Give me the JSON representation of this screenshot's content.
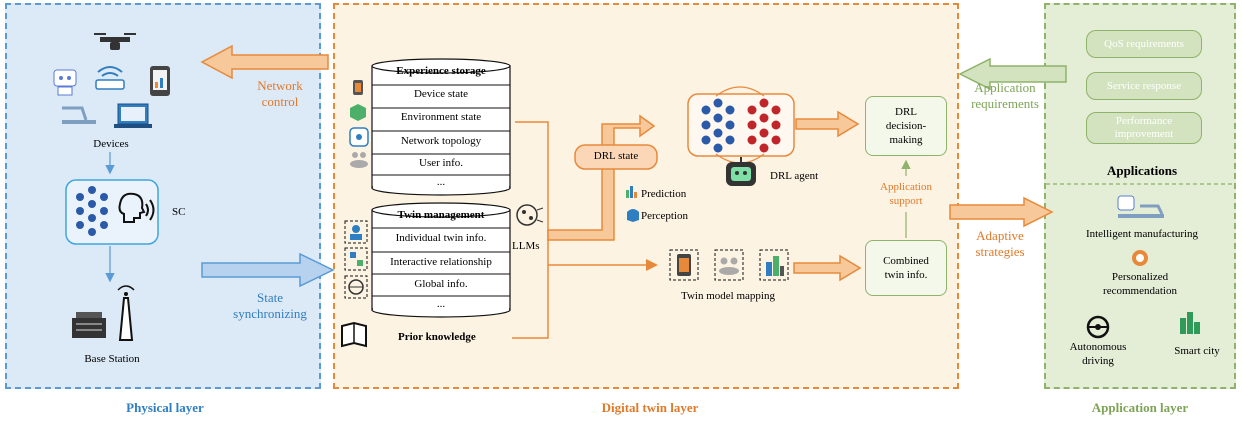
{
  "layers": {
    "physical": "Physical layer",
    "digital_twin": "Digital twin layer",
    "application": "Application layer"
  },
  "physical": {
    "devices_label": "Devices",
    "sc_label": "SC",
    "base_station_label": "Base Station"
  },
  "arrows": {
    "network_control": [
      "Network",
      "control"
    ],
    "state_synchronizing": [
      "State",
      "synchronizing"
    ],
    "application_requirements": [
      "Application",
      "requirements"
    ],
    "adaptive_strategies": [
      "Adaptive",
      "strategies"
    ]
  },
  "experience_storage": {
    "title": "Experience storage",
    "rows": [
      "Device state",
      "Environment state",
      "Network topology",
      "User info.",
      "..."
    ]
  },
  "twin_management": {
    "title": "Twin management",
    "rows": [
      "Individual twin info.",
      "Interactive relationship",
      "Global info.",
      "..."
    ]
  },
  "prior_knowledge": "Prior knowledge",
  "llms_label": "LLMs",
  "drl_state": "DRL state",
  "prediction": "Prediction",
  "perception": "Perception",
  "drl_agent": "DRL agent",
  "drl_decision": [
    "DRL",
    "decision-",
    "making"
  ],
  "application_support": [
    "Application",
    "support"
  ],
  "combined_twin": [
    "Combined",
    "twin info."
  ],
  "twin_model_mapping": "Twin model mapping",
  "applications": {
    "requirements": [
      "QoS requirements",
      "Service response",
      "Performance improvement"
    ],
    "title": "Applications",
    "items": {
      "manufacturing": "Intelligent manufacturing",
      "recommendation": [
        "Personalized",
        "recommendation"
      ],
      "driving": [
        "Autonomous",
        "driving"
      ],
      "smart_city": "Smart city"
    }
  },
  "colors": {
    "physical_bg": "#dce9f7",
    "twin_bg": "#fdf3e3",
    "application_bg": "#e4edd6",
    "orange": "#e8893a",
    "blue": "#5a9bd5",
    "green": "#8fb36a",
    "nn_blue": "#2a5aa8",
    "nn_red": "#c0252a"
  }
}
